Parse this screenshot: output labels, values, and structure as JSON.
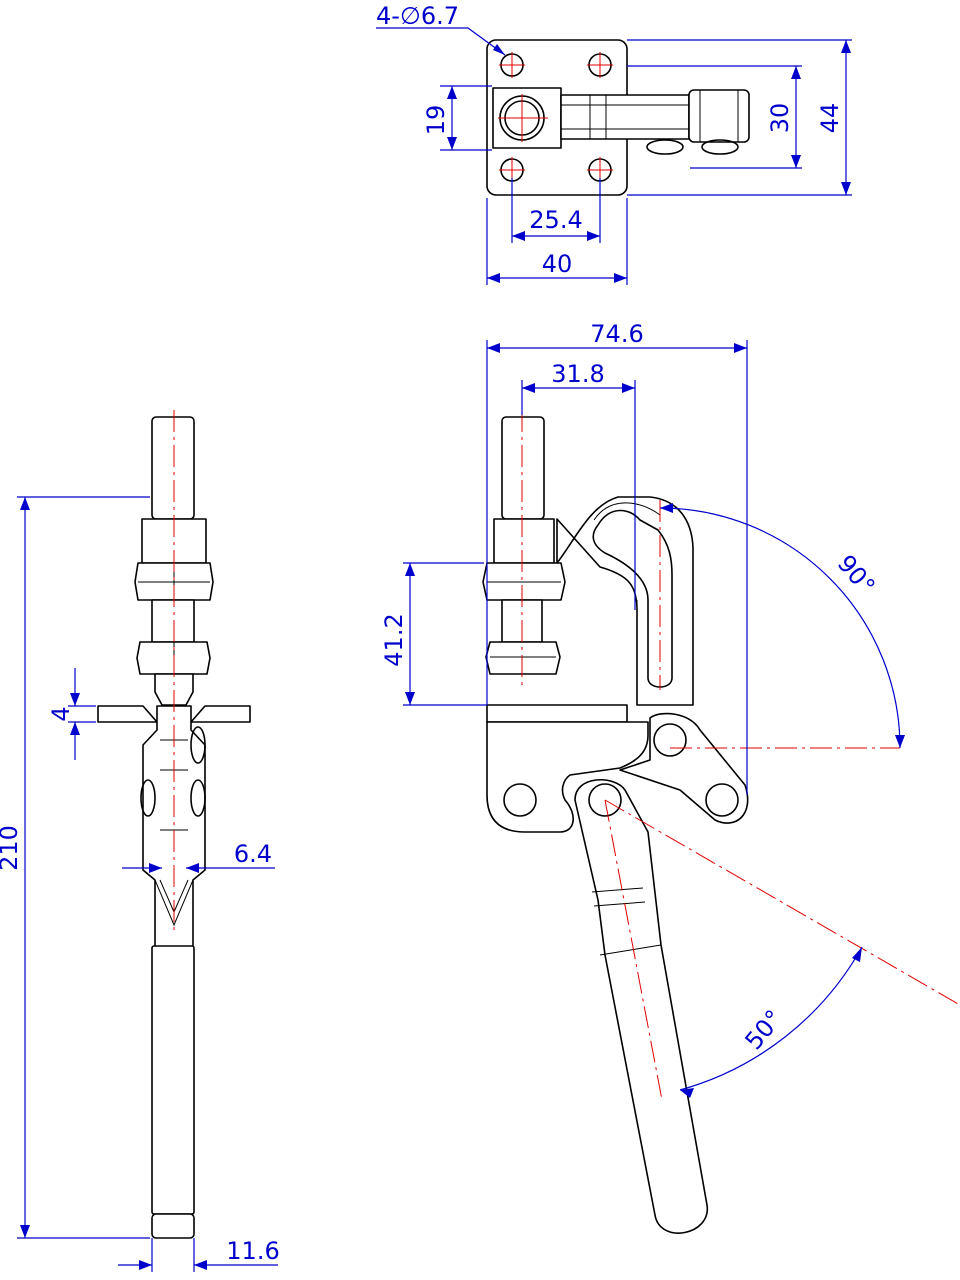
{
  "dimensions": {
    "hole_spec": "4-∅6.7",
    "d19": "19",
    "d25_4": "25.4",
    "d40": "40",
    "d30": "30",
    "d44": "44",
    "d74_6": "74.6",
    "d31_8": "31.8",
    "d41_2": "41.2",
    "d90": "90°",
    "d50": "50°",
    "d210": "210",
    "d4": "4",
    "d6_4": "6.4",
    "d11_6": "11.6"
  },
  "colors": {
    "outline": "#000000",
    "dimension": "#0000cc",
    "centerline": "#e00000"
  }
}
